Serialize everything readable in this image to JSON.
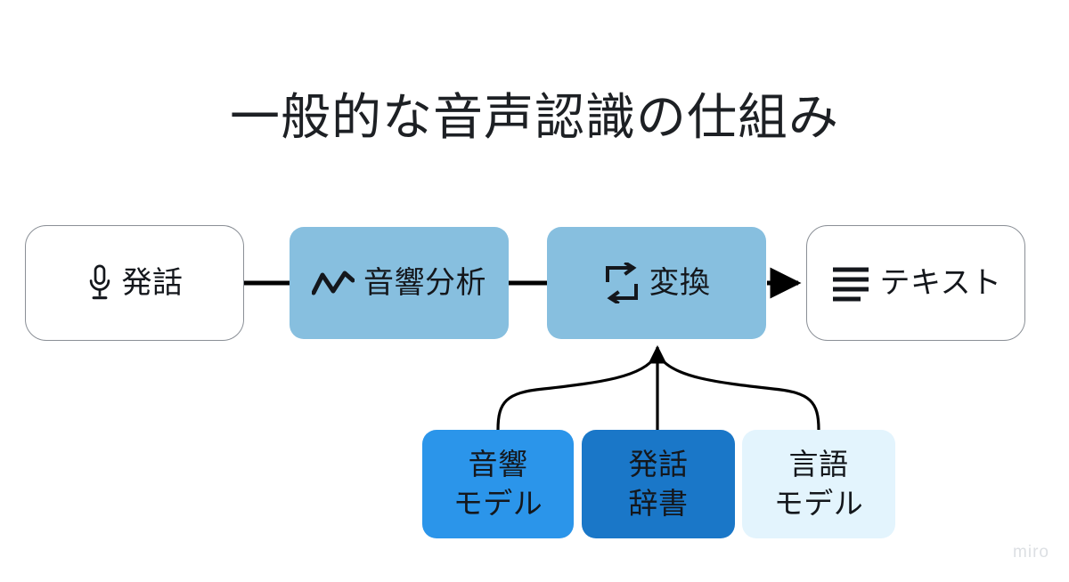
{
  "title": "一般的な音声認識の仕組み",
  "watermark": "miro",
  "colors": {
    "background": "#ffffff",
    "steel_blue": "#87bfdf",
    "medium_blue": "#2b95ea",
    "dark_blue": "#1a77c8",
    "pale_blue": "#e3f4fd",
    "outline_gray": "#8a8f96",
    "text_dark": "#14171c",
    "connector": "#000000",
    "watermark": "#dcdfe3"
  },
  "pipeline": {
    "nodes": [
      {
        "id": "utterance",
        "label": "発話",
        "icon": "microphone-icon",
        "style": "outline"
      },
      {
        "id": "acoustic",
        "label": "音響分析",
        "icon": "waveform-icon",
        "style": "steel"
      },
      {
        "id": "convert",
        "label": "変換",
        "icon": "loop-icon",
        "style": "steel"
      },
      {
        "id": "text",
        "label": "テキスト",
        "icon": "text-lines-icon",
        "style": "outline"
      }
    ],
    "connectors": [
      {
        "from": "utterance",
        "to": "acoustic",
        "kind": "line"
      },
      {
        "from": "acoustic",
        "to": "convert",
        "kind": "line"
      },
      {
        "from": "convert",
        "to": "text",
        "kind": "arrow"
      }
    ]
  },
  "resources": {
    "nodes": [
      {
        "id": "acoustic-model",
        "line1": "音響",
        "line2": "モデル",
        "fill": "#2b95ea",
        "text": "#14171c"
      },
      {
        "id": "utterance-dict",
        "line1": "発話",
        "line2": "辞書",
        "fill": "#1a77c8",
        "text": "#14171c"
      },
      {
        "id": "language-model",
        "line1": "言語",
        "line2": "モデル",
        "fill": "#e3f4fd",
        "text": "#14171c"
      }
    ],
    "target": "convert",
    "connector_kind": "merging-curves-arrow"
  }
}
